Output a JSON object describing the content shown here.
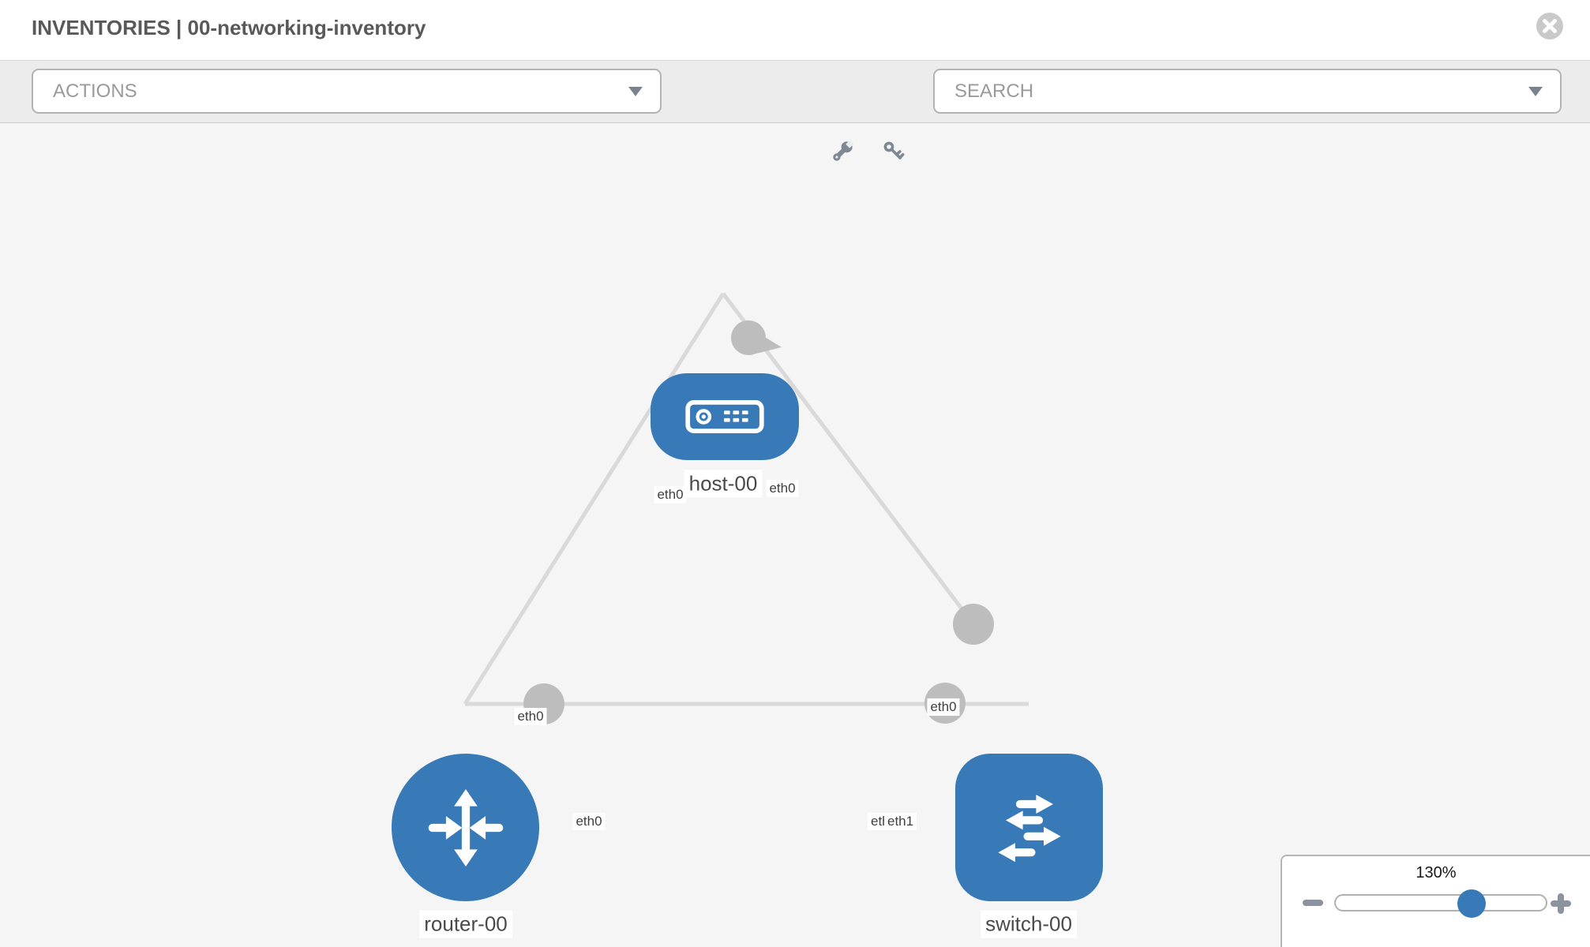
{
  "window": {
    "title": "INVENTORIES | 00-networking-inventory"
  },
  "toolbar": {
    "actions_label": "ACTIONS",
    "search_placeholder": "SEARCH",
    "tool_icons": [
      "wrench-icon",
      "key-icon"
    ]
  },
  "topology": {
    "nodes": [
      {
        "id": "host-00",
        "label": "host-00",
        "type": "host"
      },
      {
        "id": "router-00",
        "label": "router-00",
        "type": "router"
      },
      {
        "id": "switch-00",
        "label": "switch-00",
        "type": "switch"
      }
    ],
    "links": [
      {
        "source": "host-00",
        "source_interface": "eth0",
        "target": "router-00",
        "target_interface": "eth0"
      },
      {
        "source": "host-00",
        "source_interface": "eth0",
        "target": "switch-00",
        "target_interface": "eth0"
      },
      {
        "source": "router-00",
        "source_interface": "eth0",
        "target": "switch-00",
        "target_interface": "eth1"
      }
    ],
    "interface_labels": {
      "host_left": "eth0",
      "host_right": "eth0",
      "link_host_router_mid": "eth0",
      "link_host_switch_mid": "eth0",
      "router_right": "eth0",
      "switch_left_back": "eth0",
      "switch_left_front": "eth1"
    }
  },
  "zoom_control": {
    "percent": "130%",
    "zoom_out_icon": "minus-icon",
    "zoom_in_icon": "plus-icon"
  },
  "icons": {
    "close": "circle-x-icon",
    "dropdown_caret": "caret-down-icon"
  },
  "colors": {
    "node_blue": "#377ab7",
    "link_gray": "#d9d9d9",
    "port_dot_gray": "#bdbdbd",
    "canvas_bg": "#f5f5f5",
    "toolbar_bg": "#ececec",
    "slider_thumb_blue": "#377ab7"
  }
}
